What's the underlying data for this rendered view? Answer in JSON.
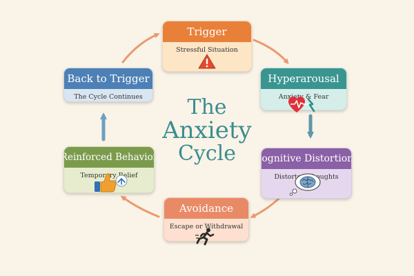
{
  "diagram": {
    "title_lines": [
      "The",
      "Anxiety",
      "Cycle"
    ],
    "nodes": {
      "trigger": {
        "title": "Trigger",
        "subtitle": "Stressful Situation",
        "icon": "warning-icon",
        "color": "#e8803a"
      },
      "hyperarousal": {
        "title": "Hyperarousal",
        "subtitle": "Anxiety & Fear",
        "icon": "heart-pulse-icon",
        "color": "#3a9590"
      },
      "cognitive": {
        "title": "Cognitive Distortions",
        "subtitle": "Distorted Thoughts",
        "icon": "thought-brain-icon",
        "color": "#8a60a6"
      },
      "avoidance": {
        "title": "Avoidance",
        "subtitle": "Escape or Withdrawal",
        "icon": "running-person-icon",
        "color": "#e98a66"
      },
      "reinforced": {
        "title": "Reinforced Behavior",
        "subtitle": "Temporary Relief",
        "icon": "thumbs-up-icon",
        "color": "#7b9b4c"
      },
      "back": {
        "title": "Back to Trigger",
        "subtitle": "The Cycle Continues",
        "color": "#4d80b5"
      }
    }
  }
}
